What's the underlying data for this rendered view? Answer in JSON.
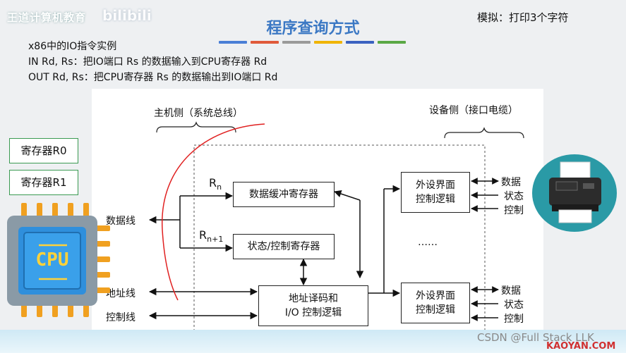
{
  "header": {
    "brand": "王道计算机教育",
    "brand_sub": "bilibili",
    "title": "程序查询方式",
    "mode_note": "模拟：打印3个字符",
    "accent_colors": [
      "#4a7fd6",
      "#e05a3a",
      "#9a9a9a",
      "#f0b400",
      "#3a62c0",
      "#5aa845"
    ]
  },
  "notes": {
    "line1": "x86中的IO指令实例",
    "line2": "IN Rd, Rs：把IO端口 Rs 的数据输入到CPU寄存器 Rd",
    "line3": "OUT Rd, Rs：把CPU寄存器 Rs 的数据输出到IO端口 Rd"
  },
  "registers": {
    "r0": "寄存器R0",
    "r1": "寄存器R1"
  },
  "cpu": {
    "label": "CPU",
    "icon": "cpu-chip-icon"
  },
  "printer": {
    "icon": "printer-icon"
  },
  "diagram": {
    "host_side": "主机侧（系统总线）",
    "device_side": "设备侧（接口电缆）",
    "data_line": "数据线",
    "address_line": "地址线",
    "control_line": "控制线",
    "rn": "R",
    "rn_sub": "n",
    "rn1": "R",
    "rn1_sub": "n+1",
    "data_buffer": "数据缓冲寄存器",
    "status_control": "状态/控制寄存器",
    "addr_decode_1": "地址译码和",
    "addr_decode_2": "I/O 控制逻辑",
    "peripheral_1a": "外设界面",
    "peripheral_1b": "控制逻辑",
    "peripheral_2a": "外设界面",
    "peripheral_2b": "控制逻辑",
    "ellipsis": "……",
    "dev1_data": "数据",
    "dev1_status": "状态",
    "dev1_control": "控制",
    "dev2_data": "数据",
    "dev2_status": "状态",
    "dev2_control": "控制"
  },
  "footer": {
    "watermark": "CSDN @Full Stack LLK",
    "site": "KAOYAN.COM"
  }
}
